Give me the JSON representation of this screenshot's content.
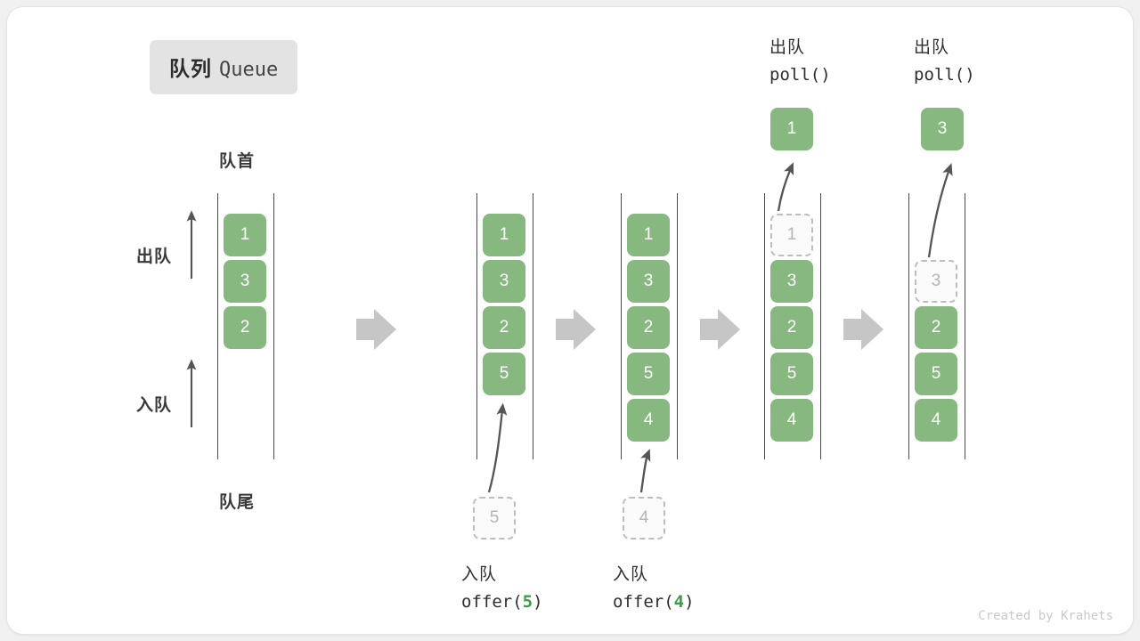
{
  "title": {
    "cn": "队列",
    "en": "Queue"
  },
  "labels": {
    "front": "队首",
    "rear": "队尾",
    "dequeue_side": "出队",
    "enqueue_side": "入队"
  },
  "colors": {
    "cell_green": "#86b87f",
    "cell_text": "#ffffff",
    "ghost_border": "#bdbdbd",
    "ghost_text": "#b4b4b4",
    "flow_arrow": "#c6c6c6",
    "rail": "#4a4a4a",
    "badge_bg": "#e3e3e3",
    "code_accent": "#3c9c4a",
    "card_bg": "#ffffff",
    "page_bg": "#f0f0f0"
  },
  "columns": [
    {
      "name": "initial-queue",
      "cells": [
        {
          "value": "1",
          "state": "filled"
        },
        {
          "value": "3",
          "state": "filled"
        },
        {
          "value": "2",
          "state": "filled"
        }
      ]
    },
    {
      "name": "after-offer-5",
      "cells": [
        {
          "value": "1",
          "state": "filled"
        },
        {
          "value": "3",
          "state": "filled"
        },
        {
          "value": "2",
          "state": "filled"
        },
        {
          "value": "5",
          "state": "filled"
        }
      ],
      "incoming": {
        "value": "5",
        "state": "ghost"
      },
      "operation": {
        "cn": "入队",
        "code_prefix": "offer(",
        "code_arg": "5",
        "code_suffix": ")"
      }
    },
    {
      "name": "after-offer-4",
      "cells": [
        {
          "value": "1",
          "state": "filled"
        },
        {
          "value": "3",
          "state": "filled"
        },
        {
          "value": "2",
          "state": "filled"
        },
        {
          "value": "5",
          "state": "filled"
        },
        {
          "value": "4",
          "state": "filled"
        }
      ],
      "incoming": {
        "value": "4",
        "state": "ghost"
      },
      "operation": {
        "cn": "入队",
        "code_prefix": "offer(",
        "code_arg": "4",
        "code_suffix": ")"
      }
    },
    {
      "name": "after-poll-1",
      "cells": [
        {
          "value": "1",
          "state": "ghost"
        },
        {
          "value": "3",
          "state": "filled"
        },
        {
          "value": "2",
          "state": "filled"
        },
        {
          "value": "5",
          "state": "filled"
        },
        {
          "value": "4",
          "state": "filled"
        }
      ],
      "popped": {
        "value": "1",
        "state": "filled"
      },
      "operation": {
        "cn": "出队",
        "code_prefix": "poll(",
        "code_arg": "",
        "code_suffix": ")"
      }
    },
    {
      "name": "after-poll-3",
      "cells": [
        {
          "value": "",
          "state": "empty"
        },
        {
          "value": "3",
          "state": "ghost"
        },
        {
          "value": "2",
          "state": "filled"
        },
        {
          "value": "5",
          "state": "filled"
        },
        {
          "value": "4",
          "state": "filled"
        }
      ],
      "popped": {
        "value": "3",
        "state": "filled"
      },
      "operation": {
        "cn": "出队",
        "code_prefix": "poll(",
        "code_arg": "",
        "code_suffix": ")"
      }
    }
  ],
  "credit": "Created by Krahets"
}
